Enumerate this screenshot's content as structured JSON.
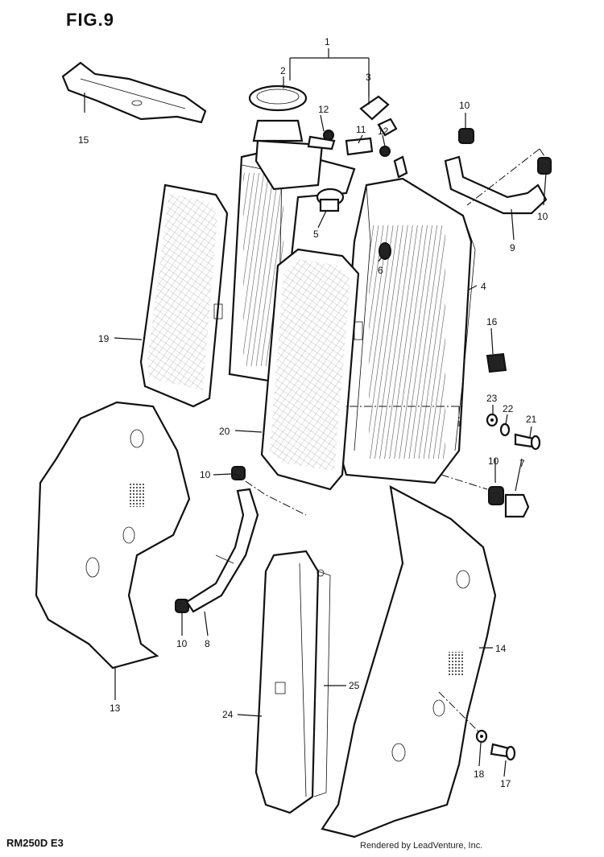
{
  "figure": {
    "title": "FIG.9",
    "model_code": "RM250D  E3",
    "credit": "Rendered by LeadVenture, Inc."
  },
  "callouts": [
    {
      "id": "c1",
      "label": "1"
    },
    {
      "id": "c2",
      "label": "2"
    },
    {
      "id": "c3",
      "label": "3"
    },
    {
      "id": "c4",
      "label": "4"
    },
    {
      "id": "c5",
      "label": "5"
    },
    {
      "id": "c6",
      "label": "6"
    },
    {
      "id": "c7",
      "label": "7"
    },
    {
      "id": "c8",
      "label": "8"
    },
    {
      "id": "c9",
      "label": "9"
    },
    {
      "id": "c10a",
      "label": "10"
    },
    {
      "id": "c10b",
      "label": "10"
    },
    {
      "id": "c10c",
      "label": "10"
    },
    {
      "id": "c10d",
      "label": "10"
    },
    {
      "id": "c10e",
      "label": "10"
    },
    {
      "id": "c11",
      "label": "11"
    },
    {
      "id": "c12a",
      "label": "12"
    },
    {
      "id": "c12b",
      "label": "12"
    },
    {
      "id": "c13",
      "label": "13"
    },
    {
      "id": "c14",
      "label": "14"
    },
    {
      "id": "c15",
      "label": "15"
    },
    {
      "id": "c16",
      "label": "16"
    },
    {
      "id": "c17",
      "label": "17"
    },
    {
      "id": "c18",
      "label": "18"
    },
    {
      "id": "c19",
      "label": "19"
    },
    {
      "id": "c20",
      "label": "20"
    },
    {
      "id": "c21",
      "label": "21"
    },
    {
      "id": "c22",
      "label": "22"
    },
    {
      "id": "c23",
      "label": "23"
    },
    {
      "id": "c24",
      "label": "24"
    },
    {
      "id": "c25",
      "label": "25"
    }
  ]
}
